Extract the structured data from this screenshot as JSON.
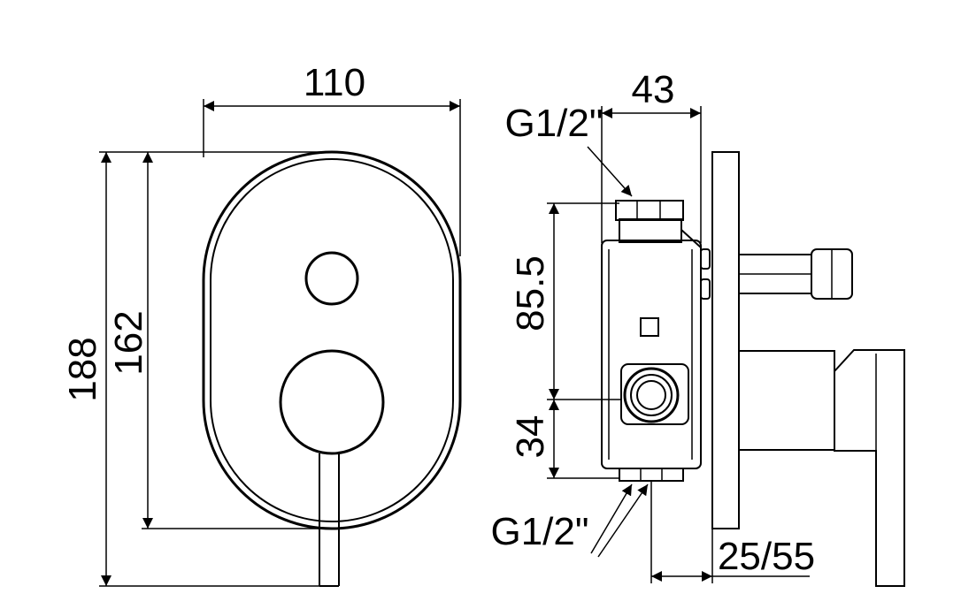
{
  "front_view": {
    "width_label": "110",
    "outer_height_label": "188",
    "inner_height_label": "162"
  },
  "side_view": {
    "depth_label": "43",
    "thread_top_label": "G1/2\"",
    "height_upper_label": "85.5",
    "height_lower_label": "34",
    "thread_bottom_label": "G1/2\"",
    "adjust_label": "25/55"
  }
}
